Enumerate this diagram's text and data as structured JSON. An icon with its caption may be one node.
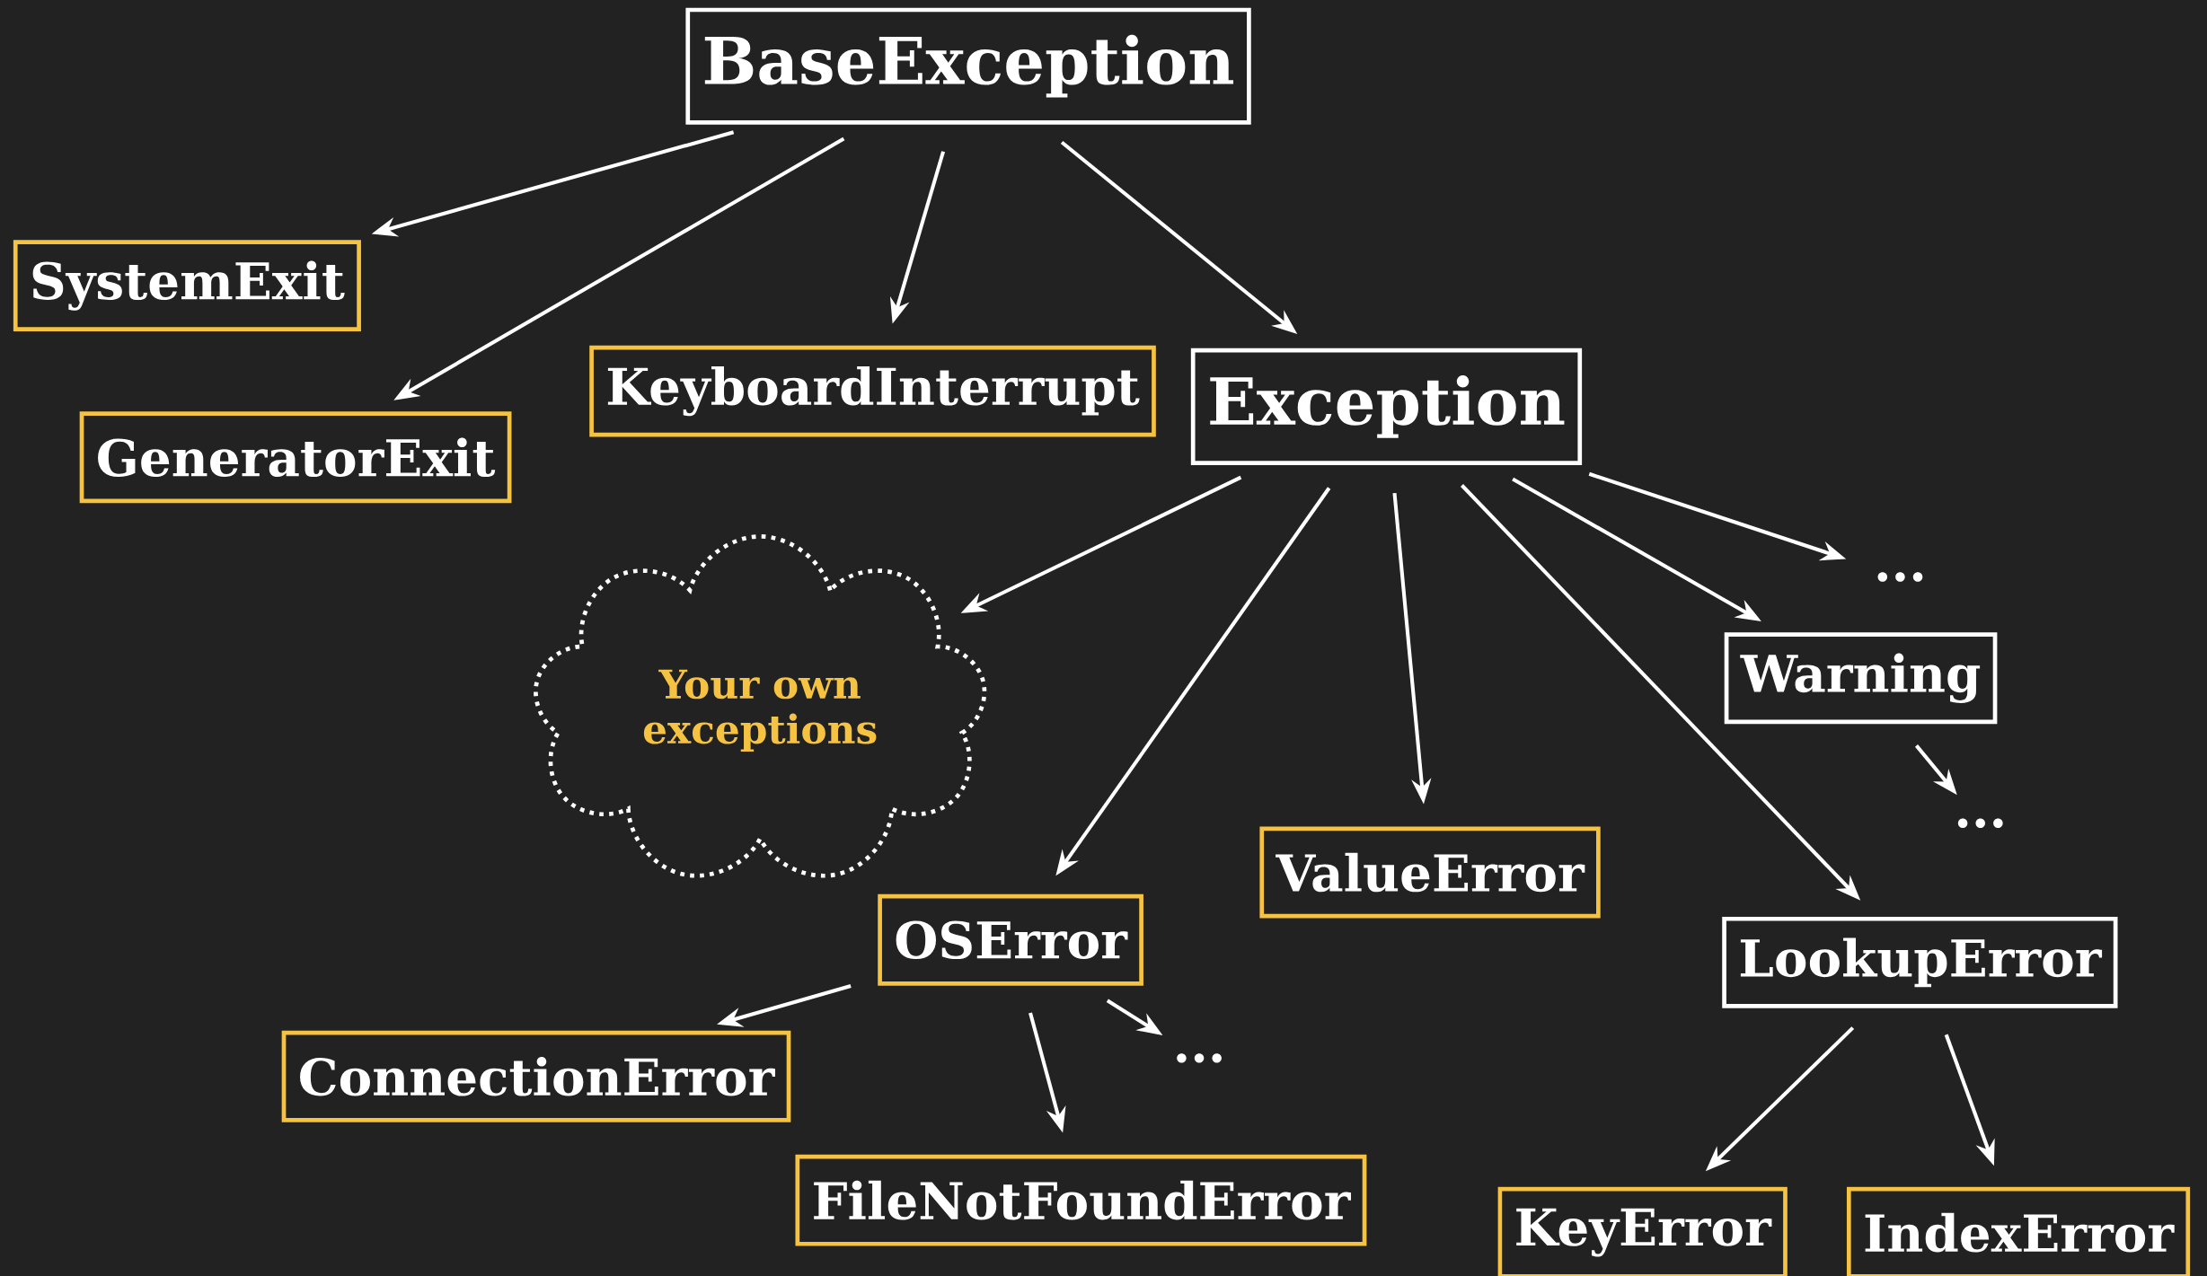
{
  "diagram": {
    "nodes": [
      {
        "text": [
          "BaseException"
        ]
      },
      {
        "text": [
          "SystemExit"
        ]
      },
      {
        "text": [
          "GeneratorExit"
        ]
      },
      {
        "text": [
          "KeyboardInterrupt"
        ]
      },
      {
        "text": [
          "Exception"
        ]
      },
      {
        "text": [
          "Your own exceptions"
        ]
      },
      {
        "text": [
          "..."
        ]
      },
      {
        "text": [
          "Warning"
        ]
      },
      {
        "text": [
          "..."
        ]
      },
      {
        "text": [
          "ValueError"
        ]
      },
      {
        "text": [
          "OSError"
        ]
      },
      {
        "text": [
          "LookupError"
        ]
      },
      {
        "text": [
          "ConnectionError"
        ]
      },
      {
        "text": [
          "..."
        ]
      },
      {
        "text": [
          "FileNotFoundError"
        ]
      },
      {
        "text": [
          "KeyError"
        ]
      },
      {
        "text": [
          "IndexError"
        ]
      }
    ],
    "edges": [
      {
        "from": 0,
        "to": 1,
        "arrow": "to"
      },
      {
        "from": 0,
        "to": 2,
        "arrow": "to"
      },
      {
        "from": 0,
        "to": 3,
        "arrow": "to"
      },
      {
        "from": 0,
        "to": 4,
        "arrow": "to"
      },
      {
        "from": 4,
        "to": 5,
        "arrow": "to"
      },
      {
        "from": 4,
        "to": 10,
        "arrow": "to"
      },
      {
        "from": 4,
        "to": 9,
        "arrow": "to"
      },
      {
        "from": 4,
        "to": 11,
        "arrow": "to"
      },
      {
        "from": 4,
        "to": 7,
        "arrow": "to"
      },
      {
        "from": 4,
        "to": 6,
        "arrow": "to"
      },
      {
        "from": 7,
        "to": 8,
        "arrow": "to"
      },
      {
        "from": 10,
        "to": 12,
        "arrow": "to"
      },
      {
        "from": 10,
        "to": 14,
        "arrow": "to"
      },
      {
        "from": 10,
        "to": 13,
        "arrow": "to"
      },
      {
        "from": 11,
        "to": 15,
        "arrow": "to"
      },
      {
        "from": 11,
        "to": 16,
        "arrow": "to"
      }
    ]
  }
}
